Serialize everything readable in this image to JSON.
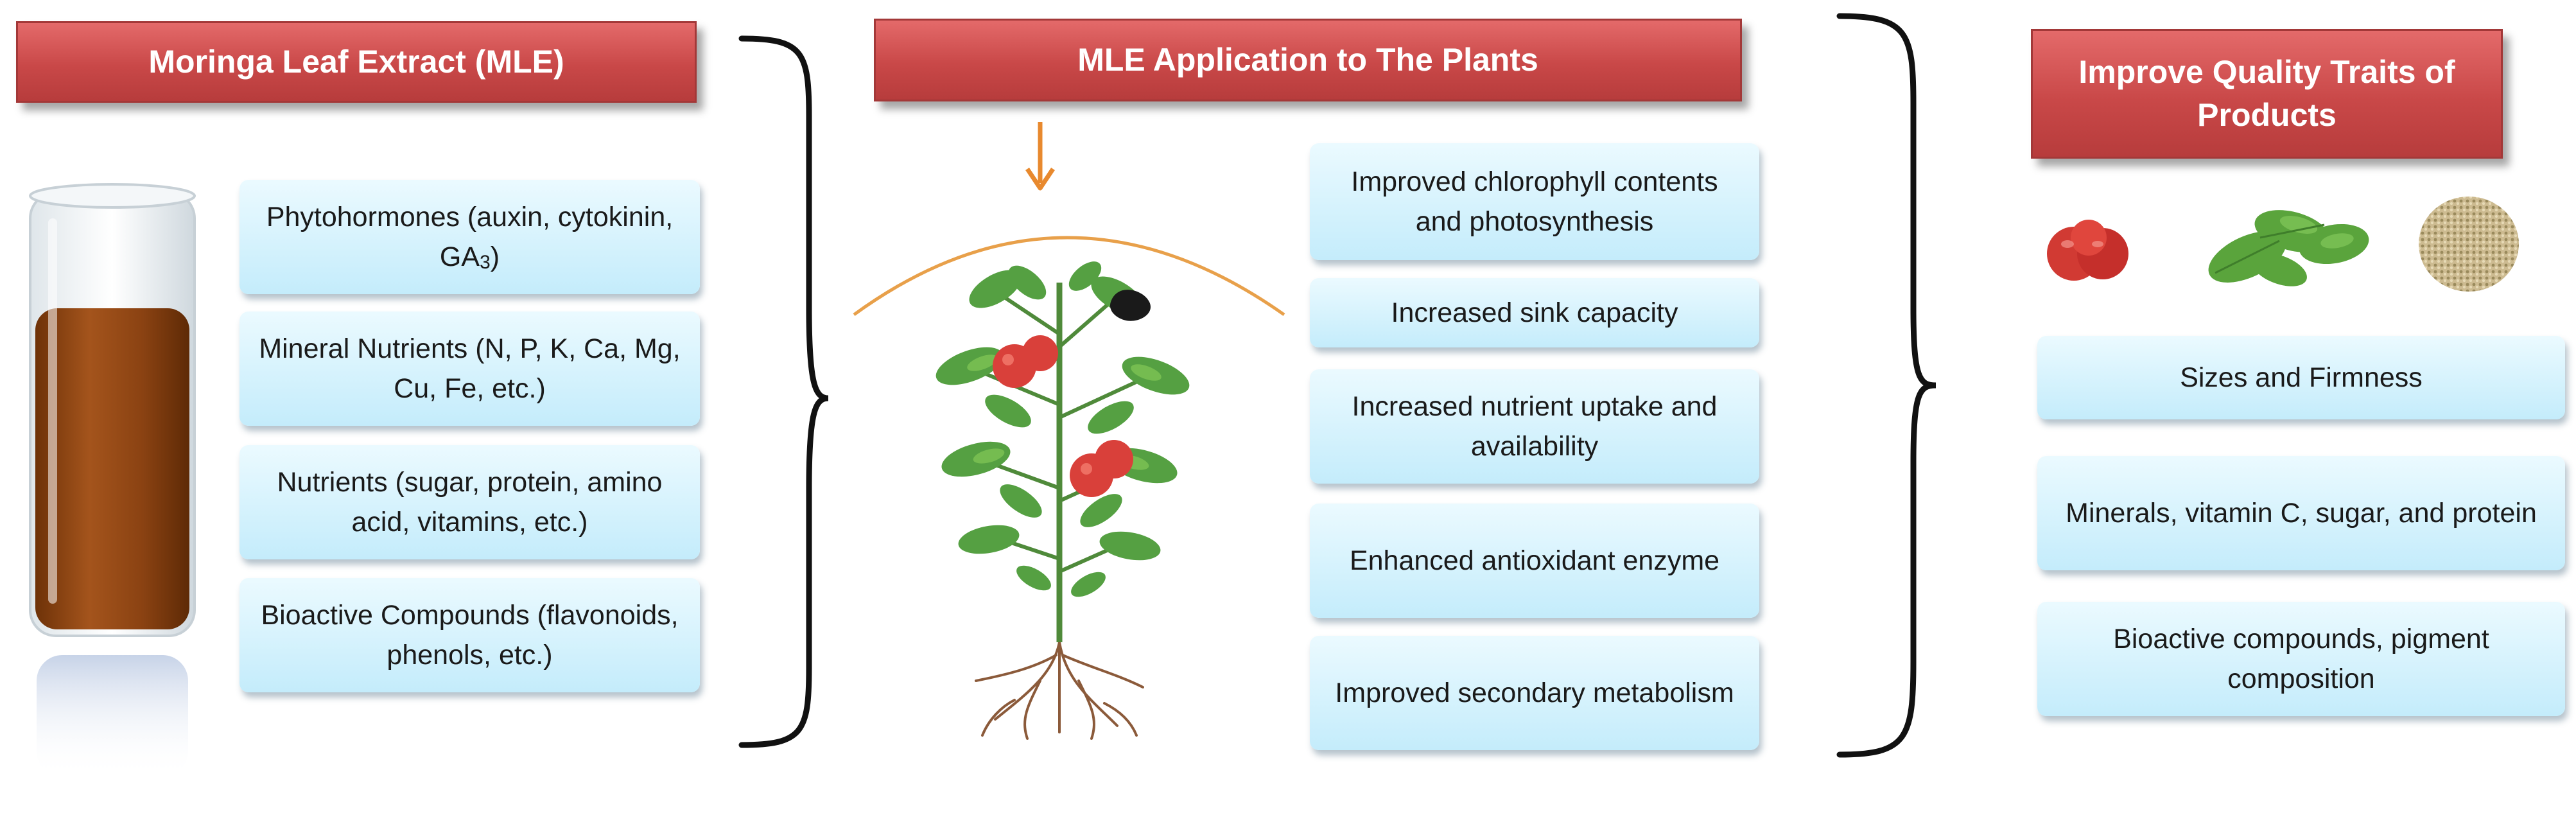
{
  "columns": {
    "extract": {
      "title": "Moringa Leaf Extract (MLE)",
      "items": [
        {
          "text": "Phytohormones (auxin, cytokinin, GA",
          "sub": "3",
          "suffix": ")"
        },
        {
          "text": "Mineral Nutrients (N, P, K, Ca, Mg, Cu, Fe, etc.)"
        },
        {
          "text": "Nutrients (sugar, protein, amino acid, vitamins, etc.)"
        },
        {
          "text": "Bioactive Compounds (flavonoids, phenols, etc.)"
        }
      ]
    },
    "application": {
      "title": "MLE Application to The Plants",
      "items": [
        {
          "text": "Improved chlorophyll contents and photosynthesis"
        },
        {
          "text": "Increased sink capacity"
        },
        {
          "text": "Increased nutrient uptake and availability"
        },
        {
          "text": "Enhanced antioxidant enzyme"
        },
        {
          "text": "Improved secondary metabolism"
        }
      ]
    },
    "quality": {
      "title": "Improve Quality Traits of Products",
      "items": [
        {
          "text": "Sizes and Firmness"
        },
        {
          "text": "Minerals, vitamin C, sugar, and protein"
        },
        {
          "text": "Bioactive compounds, pigment composition"
        }
      ]
    }
  },
  "illustrations": {
    "beaker": "beaker-with-brown-extract",
    "plant": "tomato-plant-with-roots",
    "products": [
      "tomato-icon",
      "basil-leaves-icon",
      "seeds-icon"
    ]
  },
  "colors": {
    "header": "#c94848",
    "box": "#c4ecfb",
    "extract_liquid": "#8a4212",
    "leaf": "#55a042",
    "tomato": "#d9403a"
  }
}
